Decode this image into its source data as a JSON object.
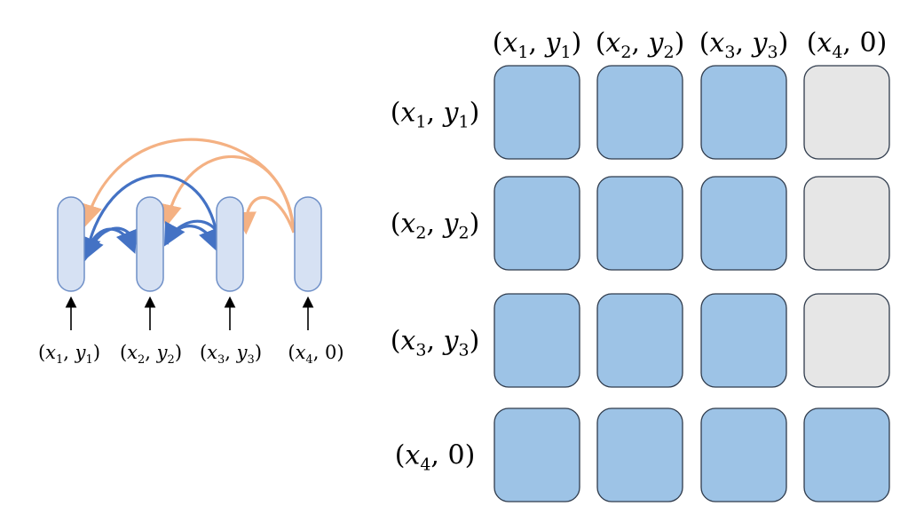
{
  "tokens": [
    {
      "var": "x",
      "idx": "1",
      "second": "y",
      "second_idx": "1"
    },
    {
      "var": "x",
      "idx": "2",
      "second": "y",
      "second_idx": "2"
    },
    {
      "var": "x",
      "idx": "3",
      "second": "y",
      "second_idx": "3"
    },
    {
      "var": "x",
      "idx": "4",
      "second": "0",
      "second_idx": ""
    }
  ],
  "mask": [
    [
      1,
      1,
      1,
      0
    ],
    [
      1,
      1,
      1,
      0
    ],
    [
      1,
      1,
      1,
      0
    ],
    [
      1,
      1,
      1,
      1
    ]
  ],
  "colors": {
    "attended": "#9dc3e6",
    "masked": "#e6e6e6",
    "cell_stroke": "#2f3b4c",
    "node_fill": "#d6e1f3",
    "node_stroke": "#6e8fc7",
    "blue_arrow": "#4472c4",
    "orange_arrow": "#f4b183",
    "input_arrow": "#000000"
  }
}
